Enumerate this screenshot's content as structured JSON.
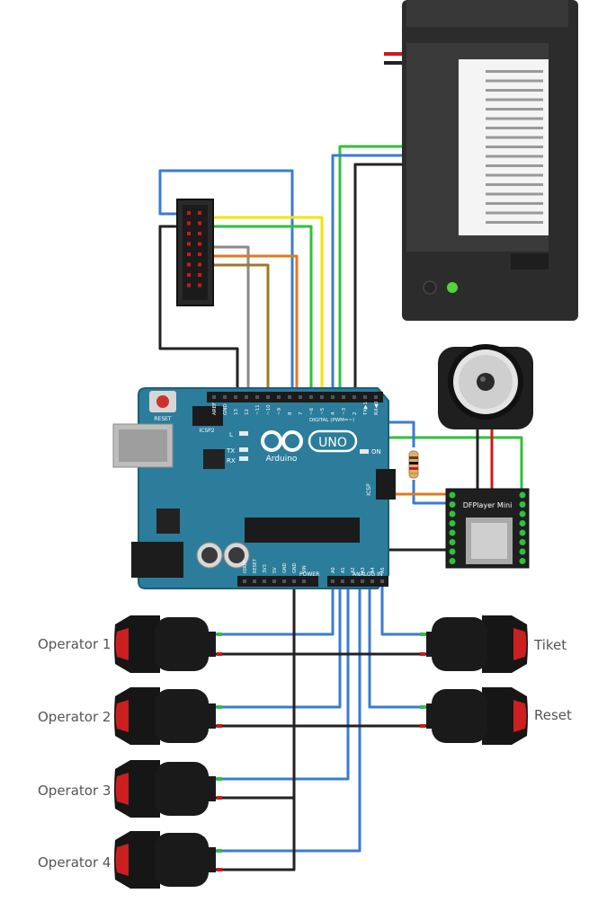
{
  "arduino": {
    "brand": "Arduino",
    "model": "UNO",
    "reset_label": "RESET",
    "icsp2_label": "ICSP2",
    "icsp_label": "ICSP",
    "digital_label": "DIGITAL (PWM=~)",
    "power_label": "POWER",
    "analog_label": "ANALOG IN",
    "on_label": "ON",
    "l_label": "L",
    "tx_label": "TX",
    "rx_label": "RX",
    "digital_pins": [
      "AREF",
      "GND",
      "13",
      "12",
      "~11",
      "~10",
      "~9",
      "8",
      "7",
      "~6",
      "~5",
      "4",
      "~3",
      "2",
      "TX▶1",
      "RX◀0"
    ],
    "power_pins": [
      "IOREF",
      "RESET",
      "3V3",
      "5V",
      "GND",
      "GND",
      "VIN"
    ],
    "analog_pins": [
      "A0",
      "A1",
      "A2",
      "A3",
      "A4",
      "A5"
    ]
  },
  "dfplayer": {
    "label": "DFPlayer Mini"
  },
  "buttons": {
    "left": [
      "Operator 1",
      "Operator 2",
      "Operator 3",
      "Operator 4"
    ],
    "right": [
      "Tiket",
      "Reset"
    ]
  },
  "printer": {
    "paper_rows": 17
  },
  "colors": {
    "board": "#2b7d9b",
    "wire_blue": "#3a7bd5",
    "wire_black": "#222222",
    "wire_yellow": "#f2e600",
    "wire_green": "#2ec23a",
    "wire_gray": "#8a8a8a",
    "wire_orange": "#e07a20",
    "wire_brown": "#a07a20",
    "wire_red": "#d01818",
    "button_cap": "#cc1f1f"
  }
}
